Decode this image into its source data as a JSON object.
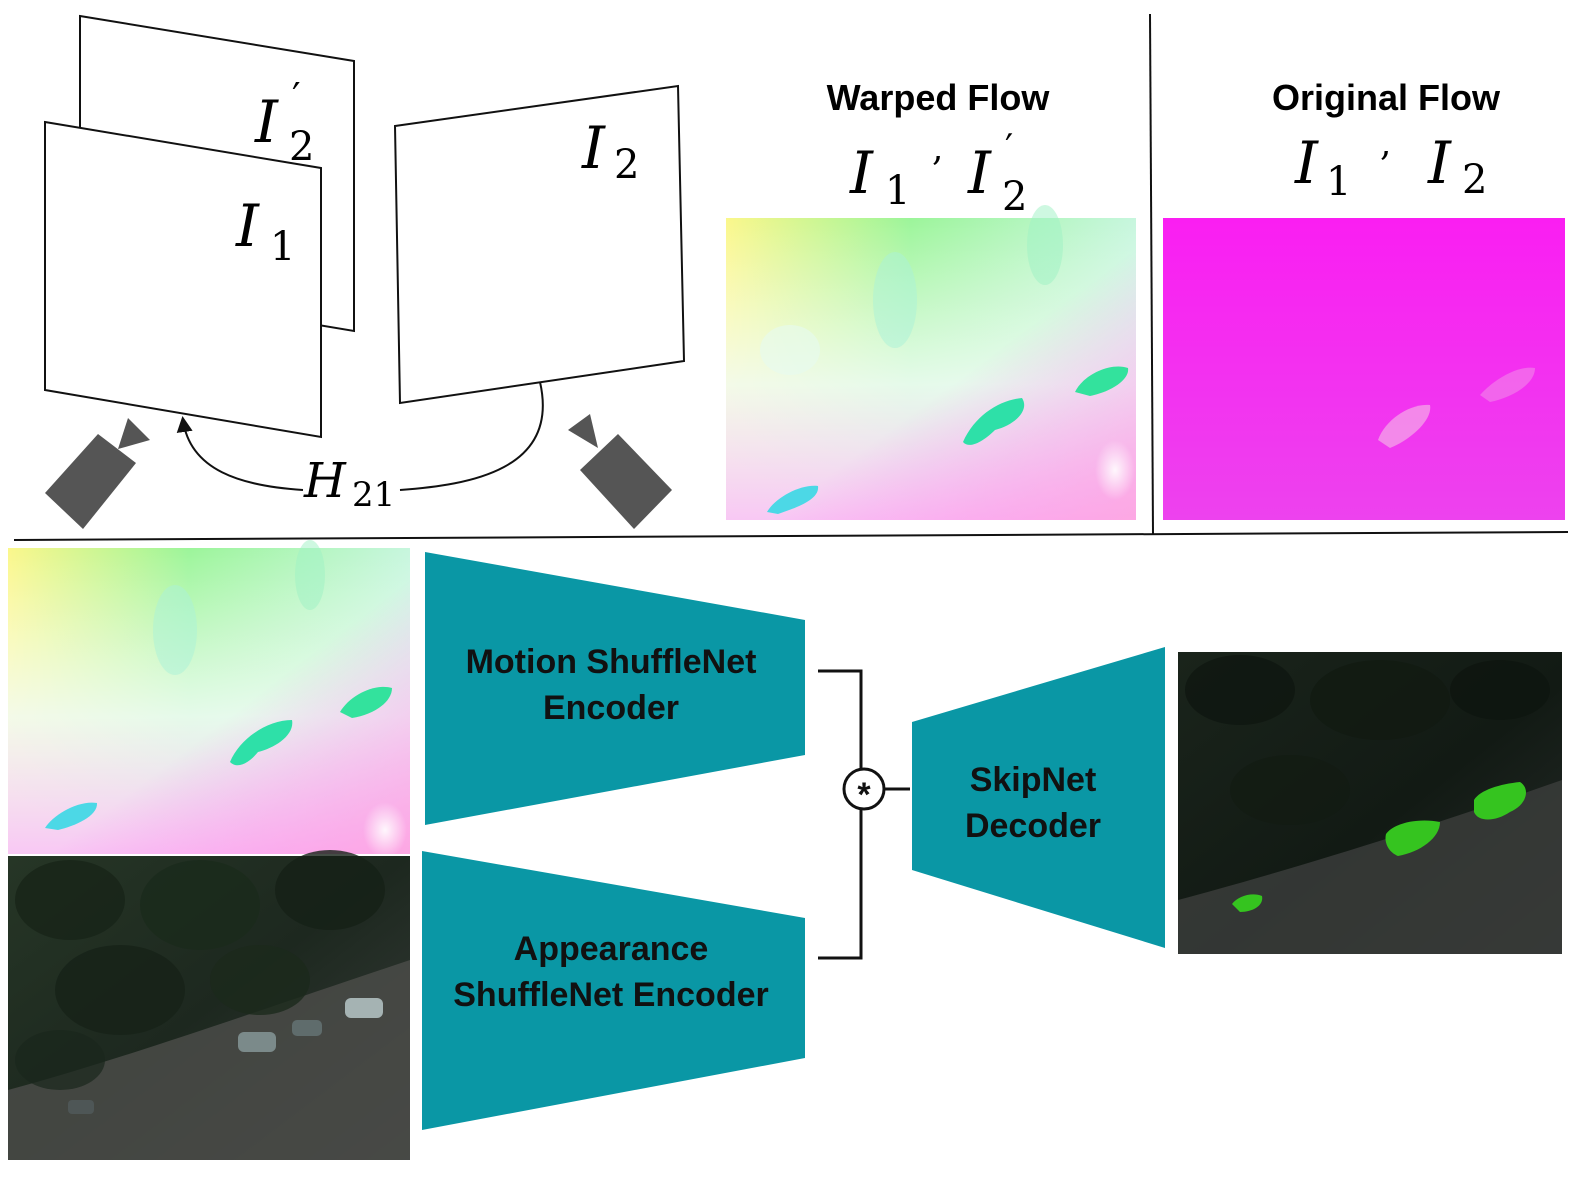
{
  "top_left": {
    "frame_back_label": "I",
    "frame_back_sub": "2",
    "frame_back_prime": "′",
    "frame_front_label": "I",
    "frame_front_sub": "1",
    "frame_right_label": "I",
    "frame_right_sub": "2",
    "homography_label": "H",
    "homography_sub": "21"
  },
  "warped_flow": {
    "title": "Warped Flow",
    "a_label": "I",
    "a_sub": "1",
    "sep": ",",
    "b_label": "I",
    "b_sub": "2",
    "b_prime": "′"
  },
  "original_flow": {
    "title": "Original Flow",
    "a_label": "I",
    "a_sub": "1",
    "sep": ",",
    "b_label": "I",
    "b_sub": "2"
  },
  "pipeline": {
    "motion_encoder_line1": "Motion ShuffleNet",
    "motion_encoder_line2": "Encoder",
    "appearance_encoder_line1": "Appearance",
    "appearance_encoder_line2": "ShuffleNet Encoder",
    "decoder_line1": "SkipNet",
    "decoder_line2": "Decoder",
    "fusion_symbol": "*"
  },
  "colors": {
    "block": "#0a97a5",
    "camera": "#555555",
    "line": "#111111",
    "original_flow": "#f72df0",
    "mask": "#35c41f"
  }
}
